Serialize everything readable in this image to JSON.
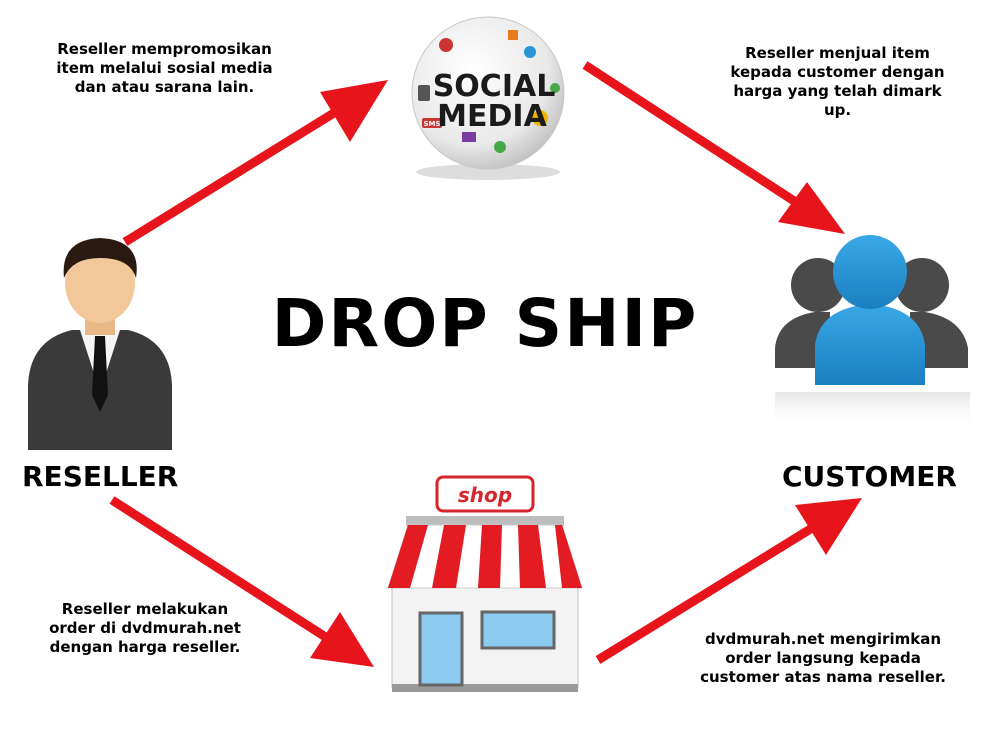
{
  "title": "DROP SHIP",
  "nodes": {
    "reseller": {
      "label": "RESELLER"
    },
    "customer": {
      "label": "CUSTOMER"
    },
    "social_media": {
      "logo_line1": "SOCIAL",
      "logo_line2": "MEDIA",
      "badge": "SMS"
    },
    "shop": {
      "sign": "shop"
    }
  },
  "steps": {
    "promote": "Reseller mempromosikan\nitem melalui sosial media\ndan atau sarana lain.",
    "sell": "Reseller menjual item\nkepada customer dengan\nharga yang telah dimark\nup.",
    "order": "Reseller melakukan\norder di dvdmurah.net\ndengan harga reseller.",
    "ship": "dvdmurah.net mengirimkan\norder langsung kepada\ncustomer atas nama reseller."
  },
  "colors": {
    "arrow": "#e8141b",
    "customer_main": "#2a95d6",
    "customer_side": "#4a4a4a",
    "suit": "#3a3a3a",
    "skin": "#f2c89a",
    "awning_red": "#e31b23"
  }
}
